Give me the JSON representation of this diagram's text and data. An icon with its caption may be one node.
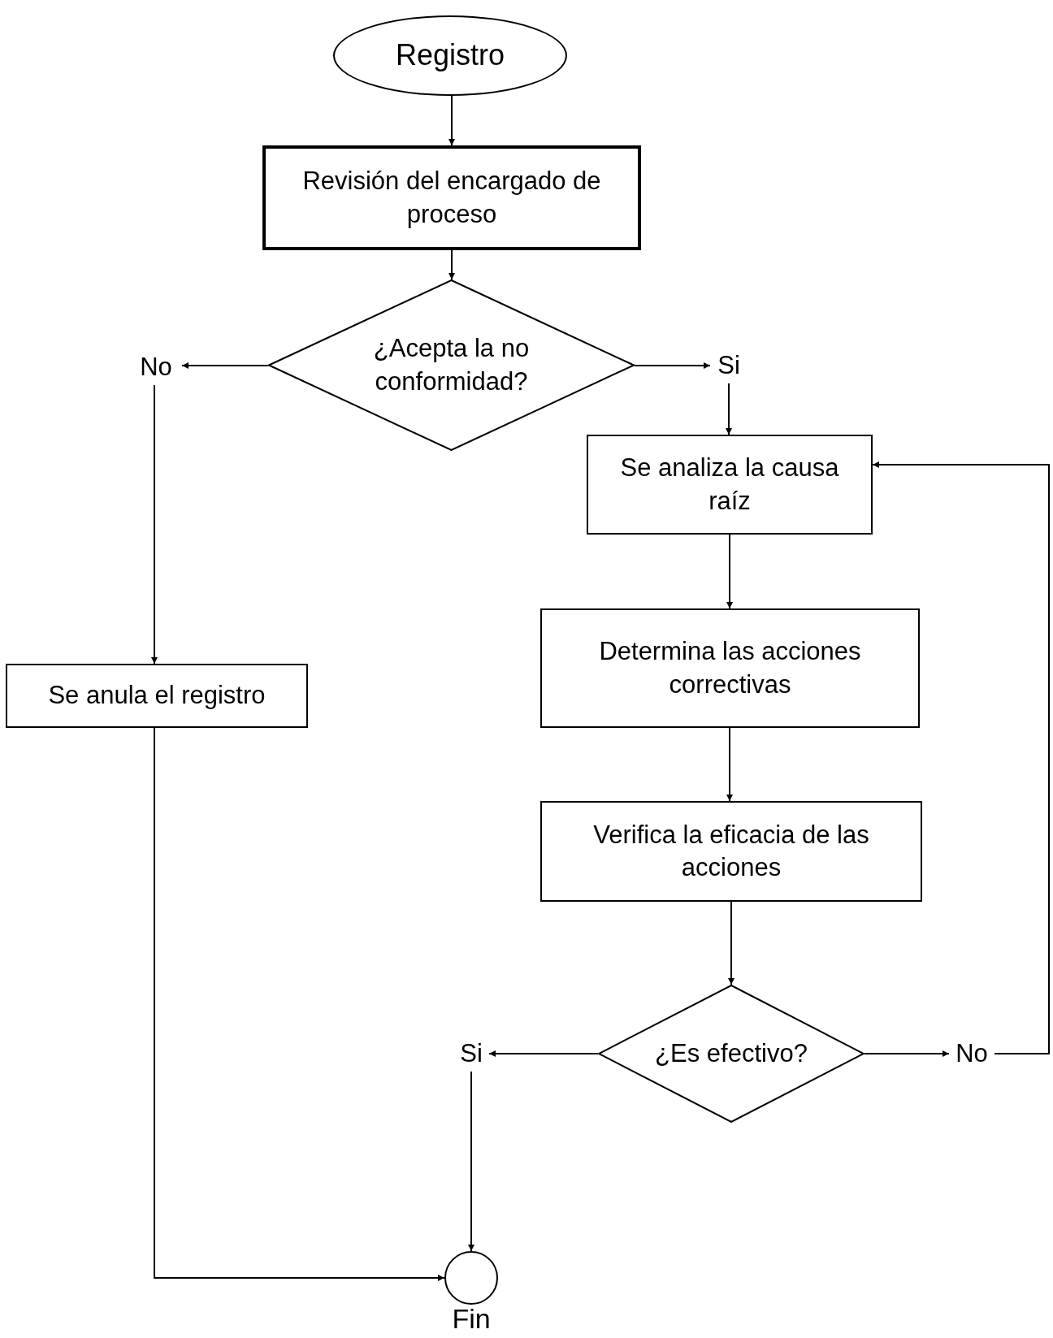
{
  "diagram": {
    "nodes": [
      {
        "text": [
          "Registro"
        ]
      },
      {
        "text": [
          "Revisión del encargado de proceso"
        ]
      },
      {
        "text": [
          "¿Acepta la no conformidad?"
        ]
      },
      {
        "text": [
          "No"
        ]
      },
      {
        "text": [
          "Si"
        ]
      },
      {
        "text": [
          "Se analiza la causa raíz"
        ]
      },
      {
        "text": [
          "Determina las acciones correctivas"
        ]
      },
      {
        "text": [
          "Verifica la eficacia de las acciones"
        ]
      },
      {
        "text": [
          "¿Es efectivo?"
        ]
      },
      {
        "text": [
          "Si"
        ]
      },
      {
        "text": [
          "No"
        ]
      },
      {
        "text": [
          "Se anula el registro"
        ]
      },
      {
        "text": [
          "Fin"
        ]
      }
    ],
    "edges": [
      {
        "from": 0,
        "to": 1,
        "arrow": "to"
      },
      {
        "from": 1,
        "to": 2,
        "arrow": "to"
      },
      {
        "from": 2,
        "to": 3,
        "arrow": "to"
      },
      {
        "from": 2,
        "to": 4,
        "arrow": "to"
      },
      {
        "from": 3,
        "to": 11,
        "arrow": "to"
      },
      {
        "from": 4,
        "to": 5,
        "arrow": "to"
      },
      {
        "from": 5,
        "to": 6,
        "arrow": "to"
      },
      {
        "from": 6,
        "to": 7,
        "arrow": "to"
      },
      {
        "from": 7,
        "to": 8,
        "arrow": "to"
      },
      {
        "from": 8,
        "to": 9,
        "arrow": "to"
      },
      {
        "from": 8,
        "to": 10,
        "arrow": "to"
      },
      {
        "from": 10,
        "to": 5,
        "arrow": "to"
      },
      {
        "from": 9,
        "to": 12,
        "arrow": "to"
      },
      {
        "from": 11,
        "to": 12,
        "arrow": "to"
      }
    ]
  }
}
